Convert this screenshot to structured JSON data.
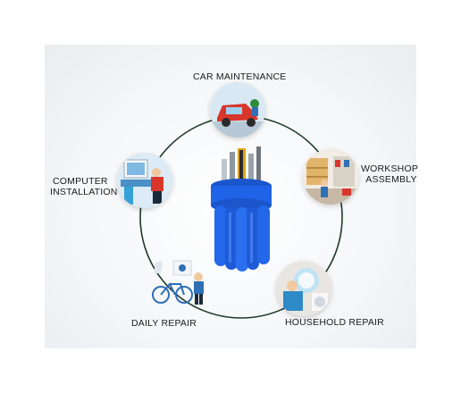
{
  "categories": [
    {
      "id": "car",
      "label": "CAR MAINTENANCE"
    },
    {
      "id": "workshop",
      "label_line1": "WORKSHOP",
      "label_line2": "ASSEMBLY"
    },
    {
      "id": "household",
      "label": "HOUSEHOLD REPAIR"
    },
    {
      "id": "daily",
      "label": "DAILY REPAIR"
    },
    {
      "id": "computer",
      "label_line1": "COMPUTER",
      "label_line2": "INSTALLATION"
    }
  ],
  "colors": {
    "ring": "#1f3a2a",
    "product_blue": "#1f63e8",
    "accent_red": "#d8362c"
  }
}
